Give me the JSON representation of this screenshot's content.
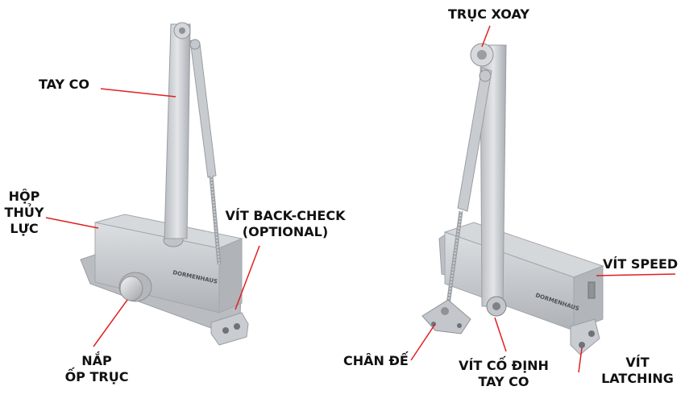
{
  "labels": {
    "tay_co": "TAY CO",
    "hop_thuy_luc": [
      "HỘP",
      "THỦY",
      "LỰC"
    ],
    "nap_op_truc": [
      "NẮP",
      "ỐP TRỤC"
    ],
    "vit_back_check": [
      "VÍT BACK-CHECK",
      "(OPTIONAL)"
    ],
    "truc_xoay": "TRỤC XOAY",
    "vit_speed": "VÍT SPEED",
    "chan_de": "CHÂN ĐẾ",
    "vit_co_dinh": [
      "VÍT CỐ ĐỊNH",
      "TAY CO"
    ],
    "vit_latching": [
      "VÍT",
      "LATCHING"
    ]
  },
  "brand": "DORMENHAUS",
  "colors": {
    "leader_line": "#e02020",
    "metal": "#c4c7cb",
    "metal_dark": "#9a9ea3",
    "metal_light": "#e2e4e7"
  }
}
